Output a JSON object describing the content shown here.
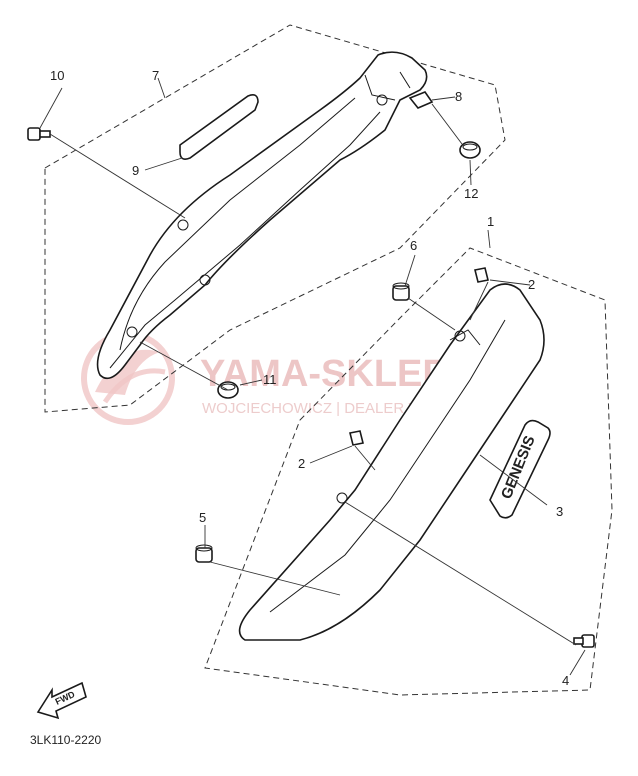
{
  "diagram": {
    "part_code": "3LK110-2220",
    "callouts": [
      {
        "id": "c1",
        "label": "1"
      },
      {
        "id": "c2a",
        "label": "2"
      },
      {
        "id": "c2b",
        "label": "2"
      },
      {
        "id": "c3",
        "label": "3"
      },
      {
        "id": "c4",
        "label": "4"
      },
      {
        "id": "c5",
        "label": "5"
      },
      {
        "id": "c6",
        "label": "6"
      },
      {
        "id": "c7",
        "label": "7"
      },
      {
        "id": "c8",
        "label": "8"
      },
      {
        "id": "c9",
        "label": "9"
      },
      {
        "id": "c10",
        "label": "10"
      },
      {
        "id": "c11",
        "label": "11"
      },
      {
        "id": "c12",
        "label": "12"
      }
    ],
    "decal_text": "GENESIS",
    "fwd_label": "FWD"
  },
  "watermark": {
    "title": "YAMA-SKLEP.PL",
    "subtitle": "WOJCIECHOWICZ | DEALER YAMAHA",
    "color": "#e8b4b4"
  }
}
